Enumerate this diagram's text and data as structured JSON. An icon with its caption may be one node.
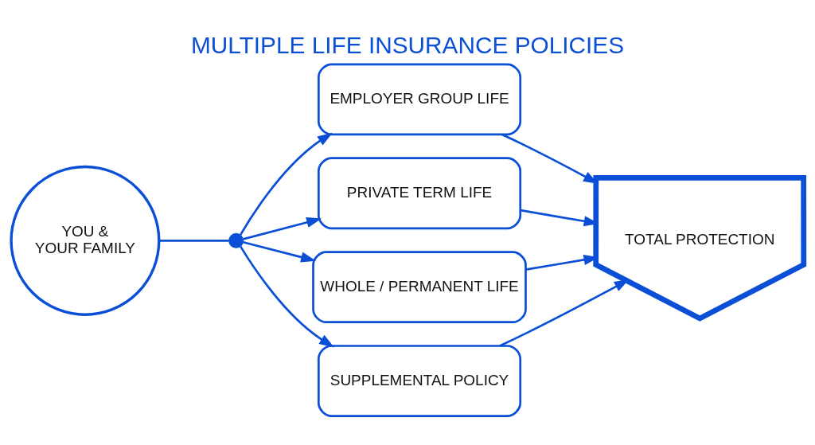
{
  "diagram": {
    "title": "MULTIPLE LIFE INSURANCE POLICIES",
    "nodes": [
      {
        "text": [
          "YOU & YOUR FAMILY"
        ]
      },
      {
        "text": [],
        "shape": "circle"
      },
      {
        "text": [
          "EMPLOYER GROUP LIFE"
        ]
      },
      {
        "text": [
          "PRIVATE TERM LIFE"
        ]
      },
      {
        "text": [
          "WHOLE / PERMANENT LIFE"
        ]
      },
      {
        "text": [
          "SUPPLEMENTAL POLICY"
        ]
      },
      {
        "text": [
          "TOTAL PROTECTION"
        ]
      }
    ],
    "edges": [
      {
        "from": 0,
        "to": 1,
        "arrow": "none"
      },
      {
        "from": 1,
        "to": 2,
        "arrow": "to"
      },
      {
        "from": 1,
        "to": 3,
        "arrow": "to"
      },
      {
        "from": 1,
        "to": 4,
        "arrow": "to"
      },
      {
        "from": 1,
        "to": 5,
        "arrow": "to"
      },
      {
        "from": 2,
        "to": 6,
        "arrow": "to"
      },
      {
        "from": 3,
        "to": 6,
        "arrow": "to"
      },
      {
        "from": 4,
        "to": 6,
        "arrow": "to"
      },
      {
        "from": 5,
        "to": 6,
        "arrow": "to"
      }
    ]
  }
}
